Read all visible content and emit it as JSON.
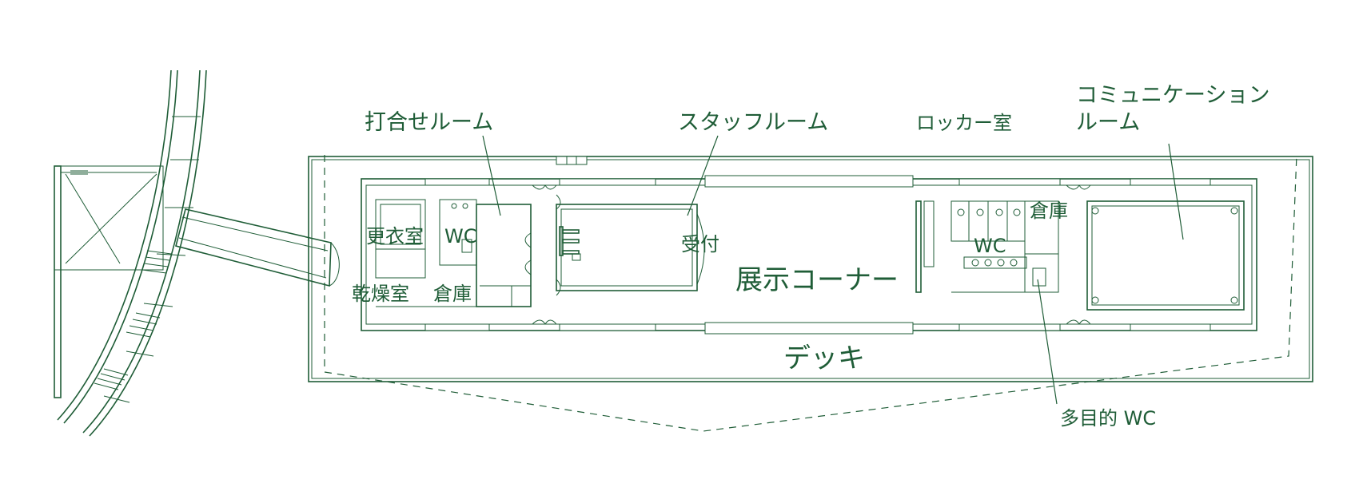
{
  "labels": {
    "meeting_room": "打合せルーム",
    "staff_room": "スタッフルーム",
    "locker_room": "ロッカー室",
    "communication_room_line1": "コミュニケーション",
    "communication_room_line2": "ルーム",
    "changing_room": "更衣室",
    "wc_left": "WC",
    "drying_room": "乾燥室",
    "storage_left": "倉庫",
    "reception": "受付",
    "exhibition_corner": "展示コーナー",
    "storage_right": "倉庫",
    "wc_right": "WC",
    "deck": "デッキ",
    "multipurpose_wc": "多目的 WC"
  },
  "colors": {
    "line": "#1f5d37",
    "background": "#ffffff"
  }
}
